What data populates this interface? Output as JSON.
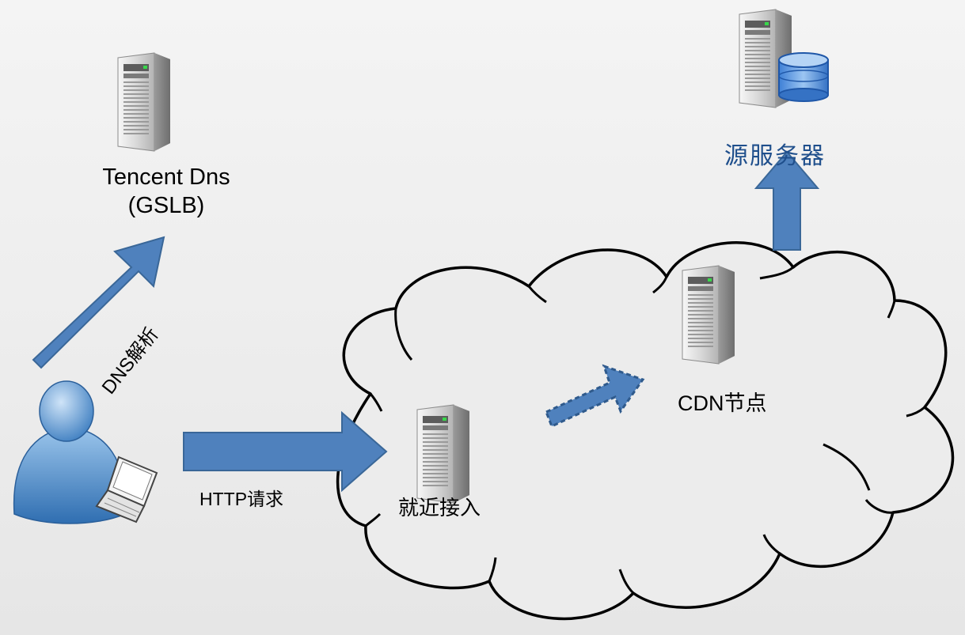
{
  "nodes": {
    "dns_server": {
      "line1": "Tencent Dns",
      "line2": "(GSLB)",
      "icon": "server-icon"
    },
    "origin_server": {
      "label": "源服务器",
      "icon": "database-server-icon"
    },
    "cdn_node": {
      "label": "CDN节点",
      "icon": "server-icon"
    },
    "edge_node": {
      "label": "就近接入",
      "icon": "server-icon"
    },
    "user": {
      "icon": "user-with-laptop-icon"
    }
  },
  "edges": {
    "dns_resolve": {
      "label": "DNS解析",
      "style": "solid"
    },
    "http_request": {
      "label": "HTTP请求",
      "style": "solid"
    },
    "edge_to_cdn": {
      "label": "",
      "style": "dashed"
    },
    "cdn_to_origin": {
      "label": "",
      "style": "solid"
    }
  },
  "colors": {
    "arrow_fill": "#4f81bd",
    "arrow_stroke": "#3a6798",
    "cloud_stroke": "#000000",
    "origin_label": "#1f4f8c"
  }
}
